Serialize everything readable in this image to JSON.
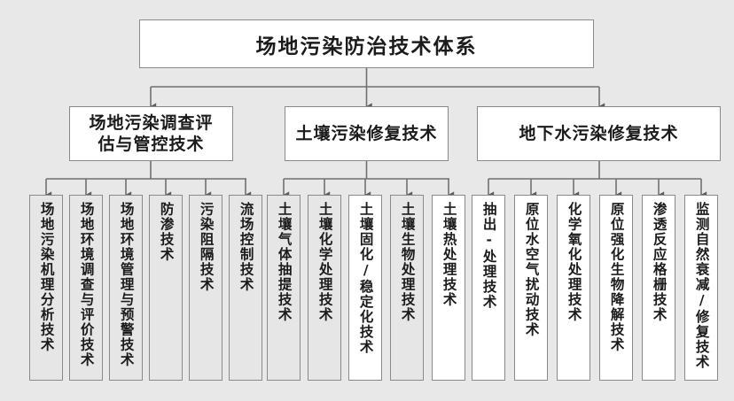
{
  "diagram": {
    "title": "场地污染防治技术体系",
    "orientation": "top-down",
    "palette": {
      "page_background": "#e8e8e8",
      "node_fill_white": "#ffffff",
      "node_fill_gray": "#e6e6e6",
      "node_border": "#8a8a8a",
      "connector": "#6f6f6f",
      "text": "#1b1b1b"
    },
    "root": {
      "label": "场地污染防治技术体系"
    },
    "branches": [
      {
        "label": "场地污染调查评\n估与管控技术",
        "label_plain": "场地污染调查评估与管控技术",
        "leaves": [
          {
            "label": "场地污染机理分析技术",
            "fill": "gray"
          },
          {
            "label": "场地环境调查与评价技术",
            "fill": "gray"
          },
          {
            "label": "场地环境管理与预警技术",
            "fill": "gray"
          },
          {
            "label": "防渗技术",
            "fill": "gray"
          },
          {
            "label": "污染阻隔技术",
            "fill": "gray"
          },
          {
            "label": "流场控制技术",
            "fill": "gray"
          }
        ]
      },
      {
        "label": "土壤污染修复技术",
        "label_plain": "土壤污染修复技术",
        "leaves": [
          {
            "label": "土壤气体抽提技术",
            "fill": "gray"
          },
          {
            "label": "土壤化学处理技术",
            "fill": "gray"
          },
          {
            "label": "土壤固化/稳定化技术",
            "fill": "white"
          },
          {
            "label": "土壤生物处理技术",
            "fill": "gray"
          },
          {
            "label": "土壤热处理技术",
            "fill": "white"
          }
        ]
      },
      {
        "label": "地下水污染修复技术",
        "label_plain": "地下水污染修复技术",
        "leaves": [
          {
            "label": "抽出-处理技术",
            "fill": "white"
          },
          {
            "label": "原位水空气扰动技术",
            "fill": "white"
          },
          {
            "label": "化学氧化处理技术",
            "fill": "white"
          },
          {
            "label": "原位强化生物降解技术",
            "fill": "white"
          },
          {
            "label": "渗透反应格栅技术",
            "fill": "white"
          },
          {
            "label": "监测自然衰减/修复技术",
            "fill": "white"
          }
        ]
      }
    ]
  }
}
